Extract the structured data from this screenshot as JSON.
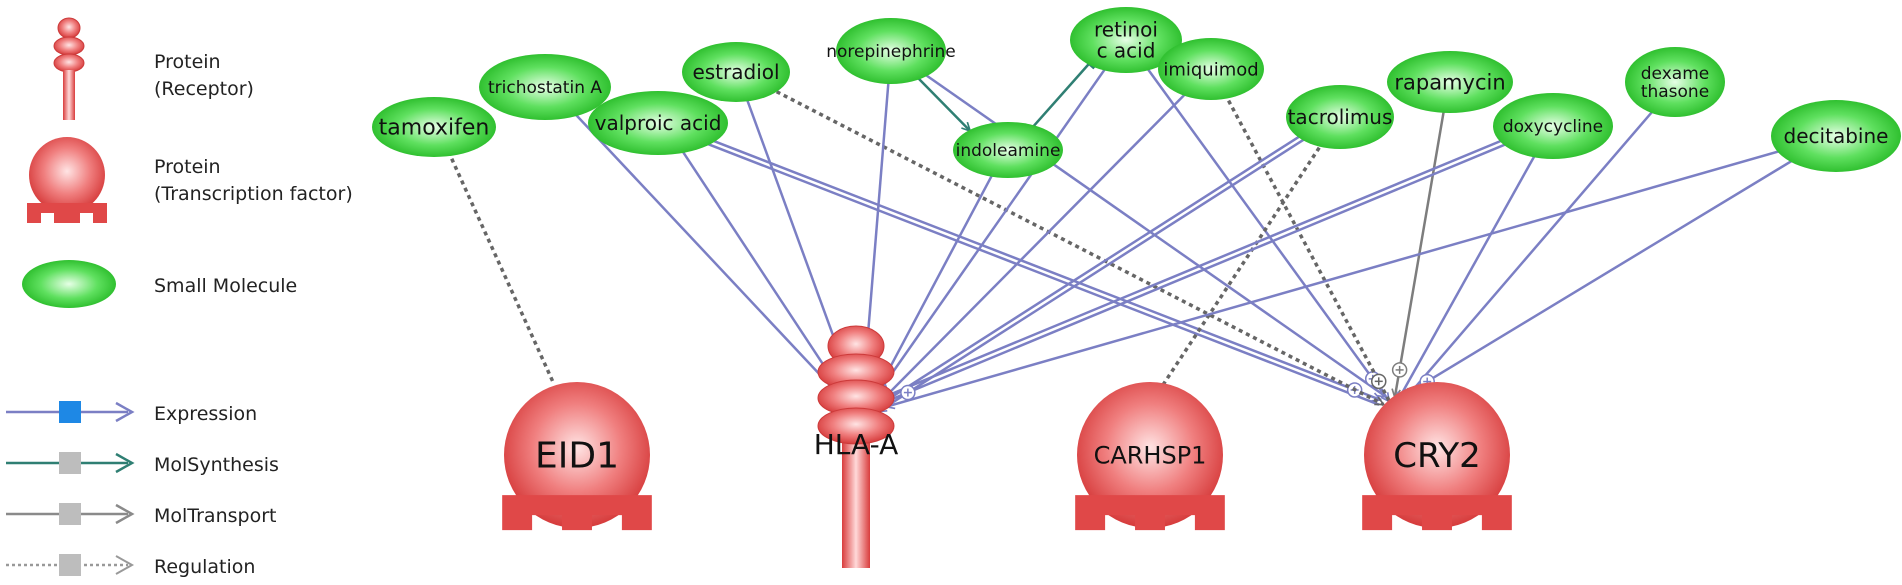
{
  "legend": {
    "shapes": [
      {
        "key": "receptor",
        "lines": [
          "Protein",
          "(Receptor)"
        ]
      },
      {
        "key": "tf",
        "lines": [
          "Protein",
          "(Transcription factor)"
        ]
      },
      {
        "key": "small",
        "lines": [
          "Small Molecule"
        ]
      }
    ],
    "edges": [
      {
        "key": "expression",
        "label": "Expression",
        "color": "#7b7fc4",
        "box": "#1e88e5"
      },
      {
        "key": "molsynthesis",
        "label": "MolSynthesis",
        "color": "#2f7f73",
        "box": "#bdbdbd"
      },
      {
        "key": "moltransport",
        "label": "MolTransport",
        "color": "#8a8a8a",
        "box": "#bdbdbd"
      },
      {
        "key": "regulation",
        "label": "Regulation",
        "color": "#999999",
        "box": "#bdbdbd"
      }
    ]
  },
  "colors": {
    "expression": "#7b7fc4",
    "molsynthesis": "#2f7f73",
    "moltransport": "#7d7d7d",
    "regulation": "#666666",
    "protein": "#e04848",
    "molecule": "#2ecc2e"
  },
  "molecules": [
    {
      "id": "tamoxifen",
      "lines": [
        "tamoxifen"
      ]
    },
    {
      "id": "trichostatin",
      "lines": [
        "trichostatin A"
      ]
    },
    {
      "id": "valproic",
      "lines": [
        "valproic acid"
      ]
    },
    {
      "id": "estradiol",
      "lines": [
        "estradiol"
      ]
    },
    {
      "id": "norepinephrine",
      "lines": [
        "norepinephrine"
      ]
    },
    {
      "id": "indoleamine",
      "lines": [
        "indoleamine"
      ]
    },
    {
      "id": "retinoic",
      "lines": [
        "retinoi",
        "c acid"
      ]
    },
    {
      "id": "imiquimod",
      "lines": [
        "imiquimod"
      ]
    },
    {
      "id": "tacrolimus",
      "lines": [
        "tacrolimus"
      ]
    },
    {
      "id": "rapamycin",
      "lines": [
        "rapamycin"
      ]
    },
    {
      "id": "doxycycline",
      "lines": [
        "doxycycline"
      ]
    },
    {
      "id": "dexamethasone",
      "lines": [
        "dexame",
        "thasone"
      ]
    },
    {
      "id": "decitabine",
      "lines": [
        "decitabine"
      ]
    }
  ],
  "proteins": [
    {
      "id": "EID1",
      "label": "EID1",
      "kind": "tf"
    },
    {
      "id": "HLA-A",
      "label": "HLA-A",
      "kind": "receptor"
    },
    {
      "id": "CARHSP1",
      "label": "CARHSP1",
      "kind": "tf"
    },
    {
      "id": "CRY2",
      "label": "CRY2",
      "kind": "tf"
    }
  ],
  "edges": [
    {
      "from": "tamoxifen",
      "to": "EID1",
      "type": "regulation",
      "head": "none"
    },
    {
      "from": "trichostatin",
      "to": "HLA-A",
      "type": "expression",
      "head": "tee"
    },
    {
      "from": "valproic",
      "to": "HLA-A",
      "type": "expression",
      "head": "arrow",
      "plus": true
    },
    {
      "from": "valproic",
      "to": "CRY2",
      "type": "expression",
      "head": "arrow",
      "plus": true,
      "double": true
    },
    {
      "from": "estradiol",
      "to": "HLA-A",
      "type": "expression",
      "head": "arrow"
    },
    {
      "from": "estradiol",
      "to": "CRY2",
      "type": "regulation",
      "head": "arrow"
    },
    {
      "from": "norepinephrine",
      "to": "indoleamine",
      "type": "molsynthesis",
      "head": "arrow"
    },
    {
      "from": "norepinephrine",
      "to": "HLA-A",
      "type": "expression",
      "head": "arrow"
    },
    {
      "from": "norepinephrine",
      "to": "CRY2",
      "type": "expression",
      "head": "arrow"
    },
    {
      "from": "indoleamine",
      "to": "retinoic",
      "type": "molsynthesis",
      "head": "tee"
    },
    {
      "from": "indoleamine",
      "to": "HLA-A",
      "type": "expression",
      "head": "arrow",
      "plus": true
    },
    {
      "from": "retinoic",
      "to": "HLA-A",
      "type": "expression",
      "head": "arrow"
    },
    {
      "from": "retinoic",
      "to": "CRY2",
      "type": "expression",
      "head": "arrow",
      "plus": true
    },
    {
      "from": "imiquimod",
      "to": "HLA-A",
      "type": "expression",
      "head": "arrow"
    },
    {
      "from": "imiquimod",
      "to": "CRY2",
      "type": "regulation",
      "head": "none",
      "plus": true
    },
    {
      "from": "tacrolimus",
      "to": "HLA-A",
      "type": "expression",
      "head": "arrow",
      "double": true
    },
    {
      "from": "tacrolimus",
      "to": "CARHSP1",
      "type": "regulation",
      "head": "none"
    },
    {
      "from": "rapamycin",
      "to": "CRY2",
      "type": "moltransport",
      "head": "arrow",
      "plus": true
    },
    {
      "from": "doxycycline",
      "to": "HLA-A",
      "type": "expression",
      "head": "arrow",
      "plus": true,
      "double": true
    },
    {
      "from": "doxycycline",
      "to": "CRY2",
      "type": "expression",
      "head": "arrow"
    },
    {
      "from": "dexamethasone",
      "to": "CRY2",
      "type": "expression",
      "head": "arrow"
    },
    {
      "from": "decitabine",
      "to": "HLA-A",
      "type": "expression",
      "head": "arrow"
    },
    {
      "from": "decitabine",
      "to": "CRY2",
      "type": "expression",
      "head": "arrow",
      "plus": true
    }
  ]
}
